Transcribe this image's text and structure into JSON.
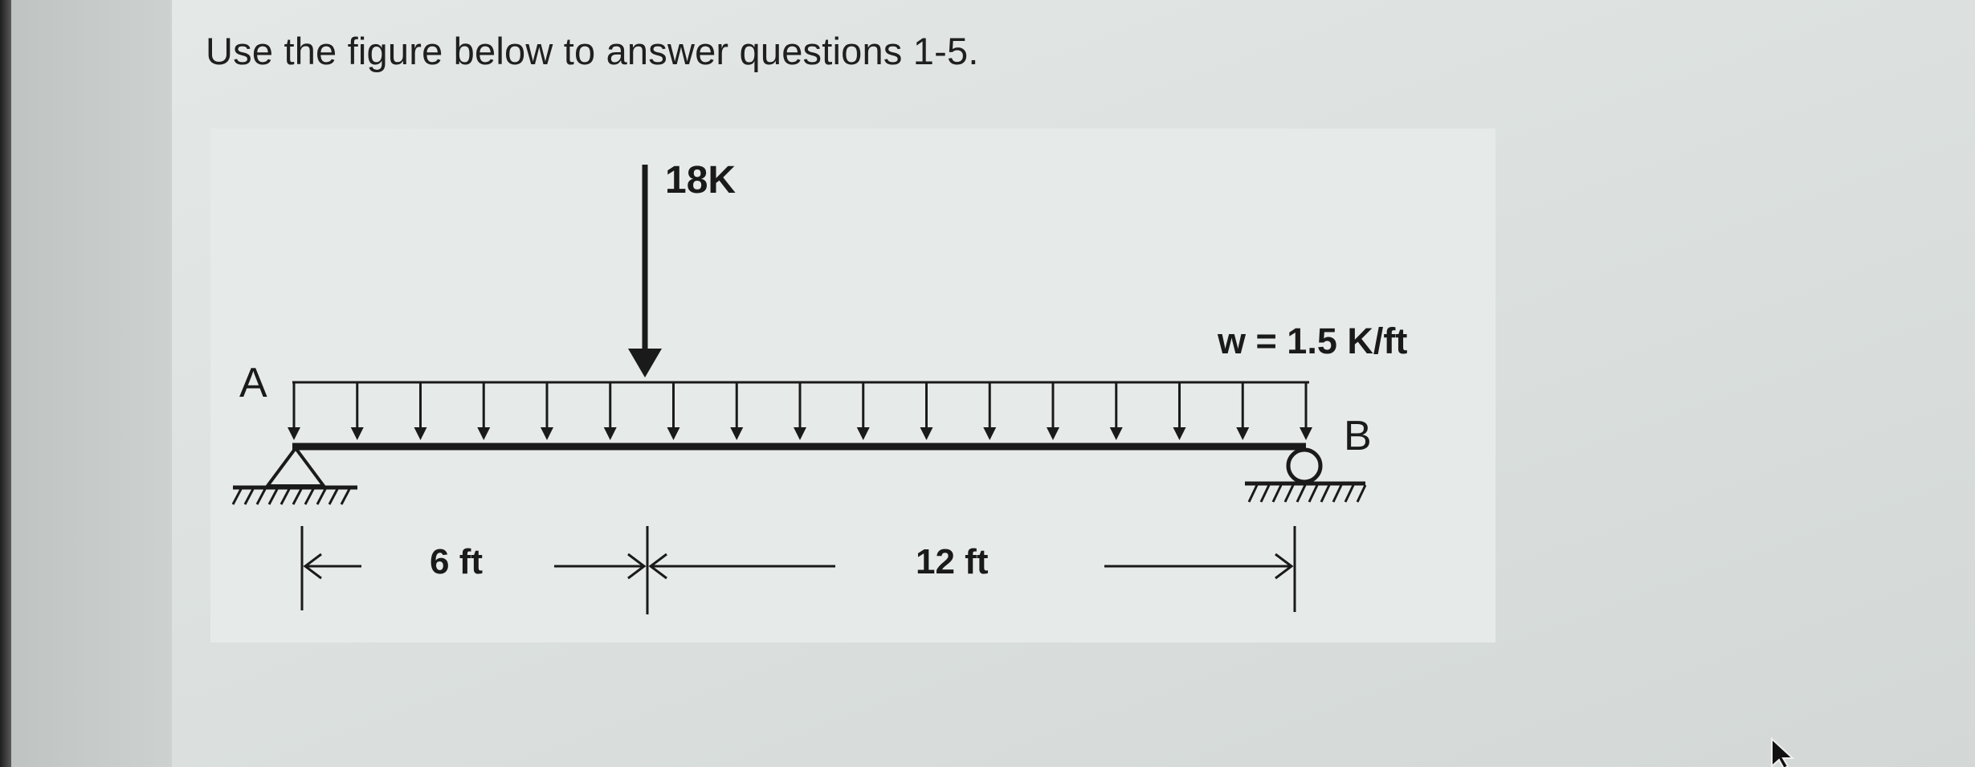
{
  "instruction": "Use the figure below to answer questions 1-5.",
  "diagram": {
    "point_load_label": "18K",
    "distributed_load_label": "w = 1.5 K/ft",
    "support_a_label": "A",
    "support_b_label": "B",
    "dimension_left_label": "6 ft",
    "dimension_right_label": "12 ft"
  }
}
